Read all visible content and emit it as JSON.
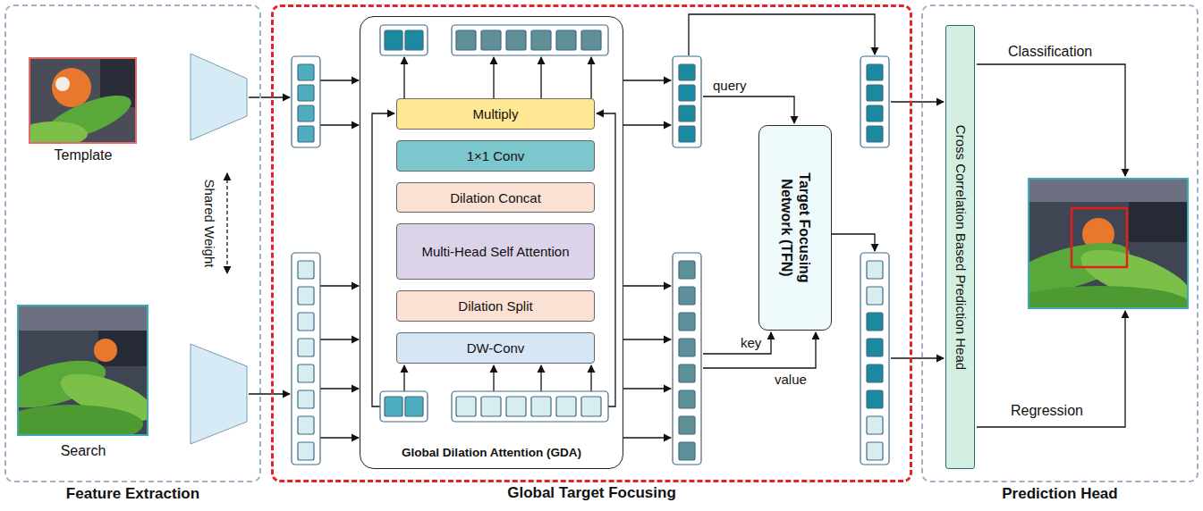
{
  "diagram": {
    "nodes": [
      {
        "text": [
          "Feature Extraction"
        ]
      },
      {
        "text": [
          "Global Target Focusing"
        ]
      },
      {
        "text": [
          "Global Dilation Attention (GDA)"
        ],
        "in": 1
      },
      {
        "text": [
          "Multiply"
        ],
        "in": 2
      },
      {
        "text": [
          "1×1 Conv"
        ],
        "in": 2
      },
      {
        "text": [
          "Dilation Concat"
        ],
        "in": 2
      },
      {
        "text": [
          "Multi-Head Self Attention"
        ],
        "in": 2
      },
      {
        "text": [
          "Dilation Split"
        ],
        "in": 2
      },
      {
        "text": [
          "DW-Conv"
        ],
        "in": 2
      },
      {
        "text": [
          "Target Focusing Network (TFN)"
        ],
        "in": 1
      },
      {
        "text": [
          "Prediction Head"
        ]
      },
      {
        "text": [
          "Cross Correlation Based Prediction Head"
        ],
        "in": 10
      }
    ],
    "labels": [
      "Template",
      "Shared Weight",
      "Search",
      "query",
      "key",
      "value",
      "Classification",
      "Regression"
    ]
  }
}
